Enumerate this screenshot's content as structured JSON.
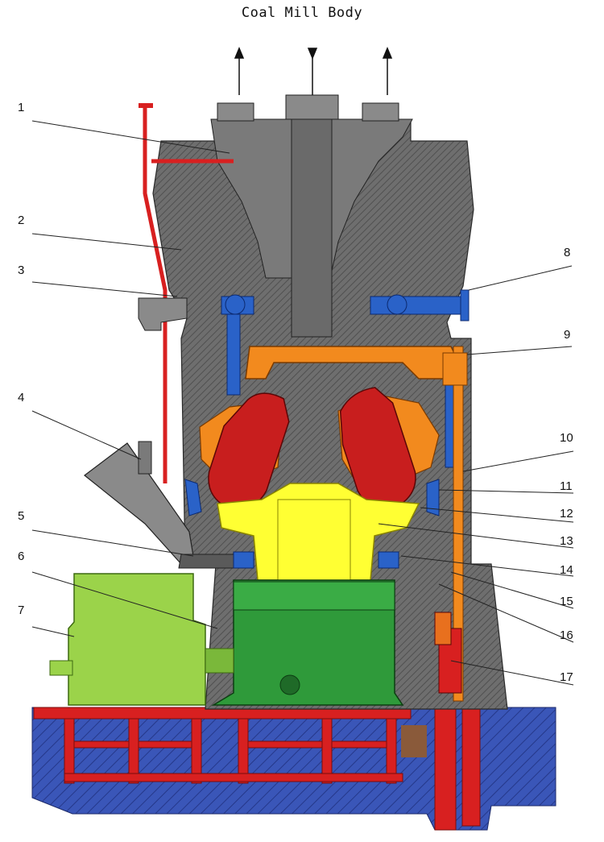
{
  "title": "Coal Mill Body",
  "callouts": [
    "1",
    "2",
    "3",
    "4",
    "5",
    "6",
    "7",
    "8",
    "9",
    "10",
    "11",
    "12",
    "13",
    "14",
    "15",
    "16",
    "17"
  ],
  "colors": {
    "housing": "#6e6e6e",
    "housing_dark": "#4a4a4a",
    "foundation": "#3a56b8",
    "frame": "#d82020",
    "motor": "#9bd34a",
    "gearbox": "#2f9a3a",
    "table": "#ffff33",
    "roller_arm": "#f28a1e",
    "roller": "#c81e1e",
    "pipe_blue": "#2a62c8"
  }
}
